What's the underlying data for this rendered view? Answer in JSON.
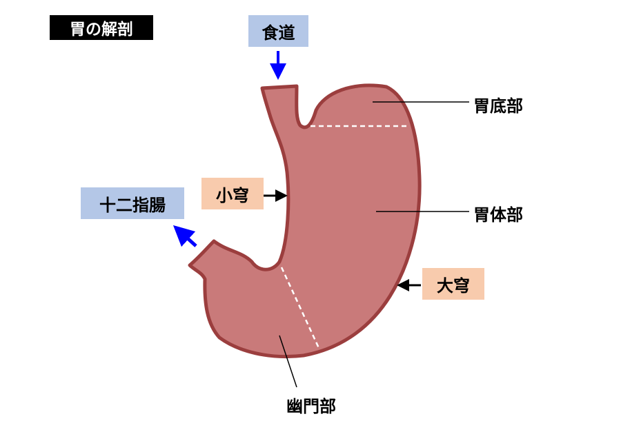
{
  "title": "胃の解剖",
  "labels": {
    "esophagus": "食道",
    "duodenum": "十二指腸",
    "lesser_curvature": "小穹",
    "greater_curvature": "大穹",
    "fundus": "胃底部",
    "body": "胃体部",
    "pylorus": "幽門部"
  },
  "colors": {
    "stomach_fill": "#c97a7a",
    "stomach_stroke": "#9b3e3e",
    "blue_box": "#b4c7e7",
    "peach_box": "#f8cbad",
    "blue_arrow": "#0000ff"
  }
}
